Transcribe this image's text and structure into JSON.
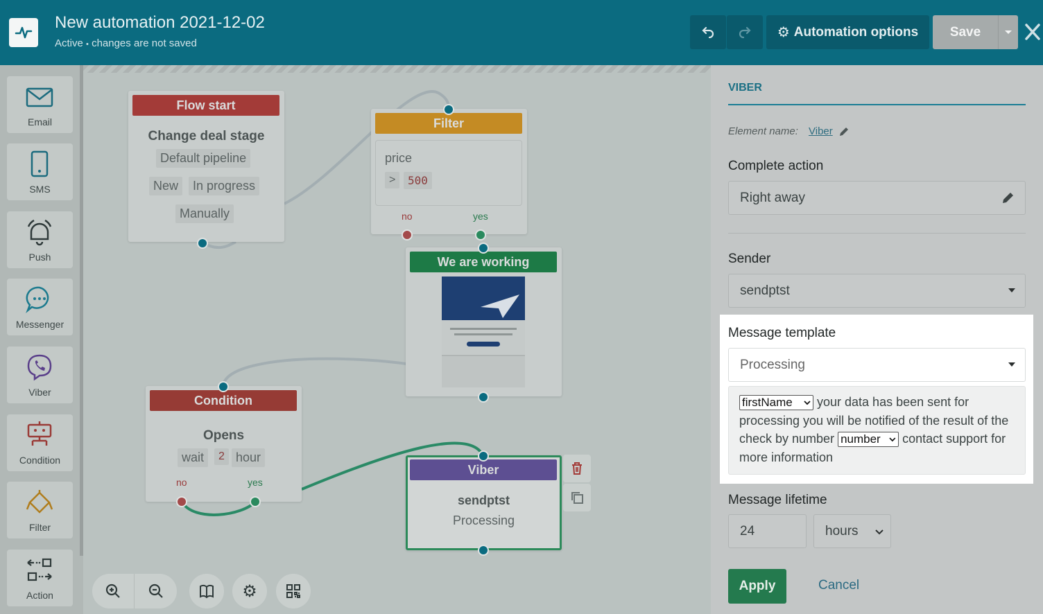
{
  "header": {
    "title": "New automation 2021-12-02",
    "status": "Active",
    "status_sep": "•",
    "status_note": "changes are not saved",
    "options_label": "Automation options",
    "save_label": "Save"
  },
  "palette": [
    {
      "label": "Email",
      "icon": "email-icon"
    },
    {
      "label": "SMS",
      "icon": "phone-icon"
    },
    {
      "label": "Push",
      "icon": "bell-icon"
    },
    {
      "label": "Messenger",
      "icon": "chat-icon"
    },
    {
      "label": "Viber",
      "icon": "viber-icon"
    },
    {
      "label": "Condition",
      "icon": "condition-icon"
    },
    {
      "label": "Filter",
      "icon": "filter-icon"
    },
    {
      "label": "Action",
      "icon": "action-icon"
    }
  ],
  "flow": {
    "start": {
      "head": "Flow start",
      "title": "Change deal stage",
      "pipeline": "Default pipeline",
      "from": "New",
      "to": "In progress",
      "mode": "Manually"
    },
    "filter": {
      "head": "Filter",
      "field": "price",
      "op": ">",
      "value": "500",
      "no": "no",
      "yes": "yes"
    },
    "working": {
      "head": "We are working"
    },
    "condition": {
      "head": "Condition",
      "title": "Opens",
      "wait": "wait",
      "num": "2",
      "unit": "hour",
      "no": "no",
      "yes": "yes"
    },
    "viber": {
      "head": "Viber",
      "sender": "sendptst",
      "template": "Processing"
    }
  },
  "panel": {
    "tab": "VIBER",
    "element_name_label": "Element name:",
    "element_name": "Viber",
    "complete_label": "Complete action",
    "complete_value": "Right away",
    "sender_label": "Sender",
    "sender_value": "sendptst",
    "template_label": "Message template",
    "template_value": "Processing",
    "body": {
      "var1": "firstName",
      "text1": " your data has been sent for processing you will be notified of the result of the check by number ",
      "var2": "number",
      "text2": " contact support for more information"
    },
    "lifetime_label": "Message lifetime",
    "lifetime_value": "24",
    "lifetime_unit": "hours",
    "apply": "Apply",
    "cancel": "Cancel"
  },
  "colors": {
    "header": "#0b6b80",
    "start": "#a33b38",
    "filter": "#c48b24",
    "working": "#1d7a46",
    "condition": "#963b35",
    "viber": "#5d4f92",
    "apply": "#247a4e"
  }
}
